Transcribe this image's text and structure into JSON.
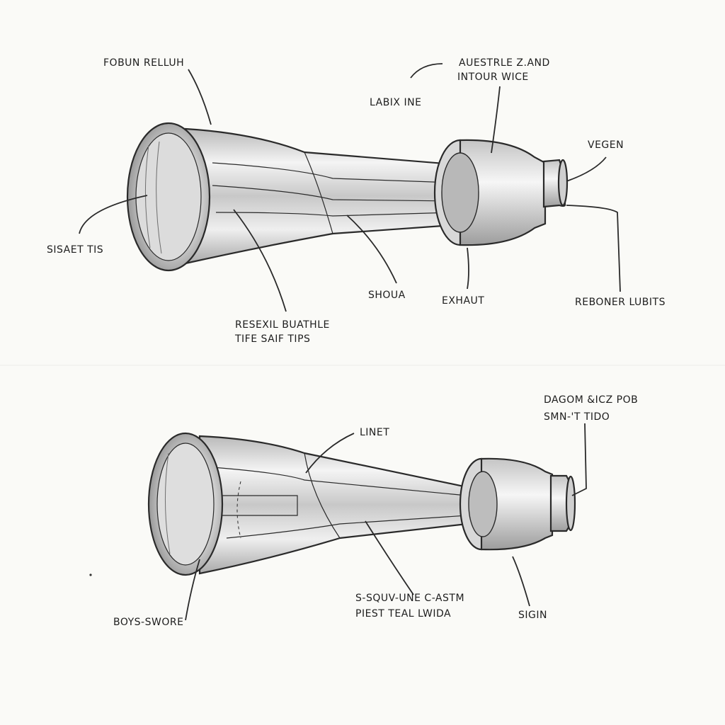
{
  "diagram": {
    "top": {
      "labels": {
        "fobun_rellum": "FOBUN RELLUH",
        "austrle_line1": "AUESTRLE Z.AND",
        "austrle_line2": "INTOUR WICE",
        "labix_ine": "LABIX INE",
        "vegen": "VEGEN",
        "sisaet_tis": "SISAET TIS",
        "shoua": "SHOUA",
        "exhaut": "EXHAUT",
        "reboner_lubits": "REBONER LUBITS",
        "resexil_line1": "RESEXIL BUATHLE",
        "resexil_line2": "TIFE SAIF TIPS"
      }
    },
    "bottom": {
      "labels": {
        "dagom_line1": "DAGOM &ICZ POB",
        "dagom_line2": "SMN-'T TIDO",
        "linet": "LINET",
        "boys_swore": "BOYS-SWORE",
        "squv_line1": "S-SQUV-UNE C-ASTM",
        "squv_line2": "PIEST TEAL LWIDA",
        "sigin": "SIGIN"
      }
    },
    "colors": {
      "ink": "#1d1d1d",
      "paper": "#fafaf7",
      "metal_shade": "#cfcfcf",
      "metal_light": "#f2f2f2"
    }
  }
}
